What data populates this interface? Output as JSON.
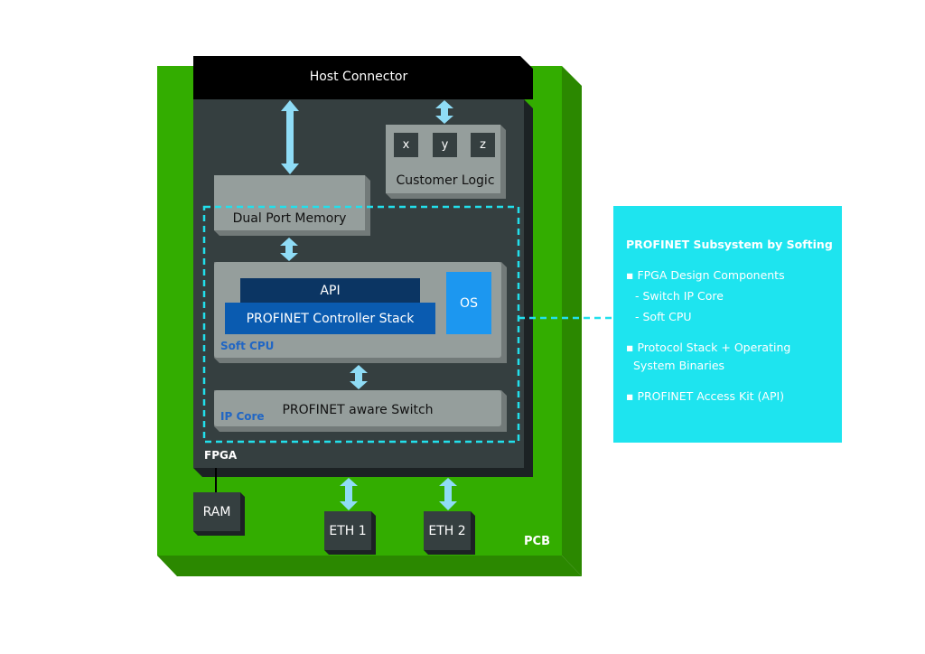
{
  "colors": {
    "pcb_front": "#33ad00",
    "pcb_side": "#2b8800",
    "fpga_body": "#353f40",
    "fpga_shadow": "#1c2224",
    "host_connector": "#000000",
    "block_gray": "#959e9c",
    "block_gray_shadow": "#727a79",
    "api_navy": "#0b3563",
    "stack_blue": "#0a5bb0",
    "os_blue": "#1c97f0",
    "arrow": "#8fdcf6",
    "dashed": "#22e0ec",
    "info_panel": "#1ee4ef",
    "label_blue": "#2166c4"
  },
  "pcb": {
    "label": "PCB"
  },
  "fpga": {
    "label": "FPGA"
  },
  "host_connector": {
    "label": "Host Connector"
  },
  "customer_logic": {
    "label": "Customer Logic",
    "slots": [
      "x",
      "y",
      "z"
    ]
  },
  "dual_port_memory": {
    "label": "Dual Port Memory"
  },
  "soft_cpu": {
    "label": "Soft CPU",
    "api": "API",
    "stack": "PROFINET Controller Stack",
    "os": "OS"
  },
  "ip_core": {
    "label": "IP Core",
    "switch": "PROFINET aware Switch"
  },
  "peripherals": {
    "ram": "RAM",
    "eth1": "ETH 1",
    "eth2": "ETH 2"
  },
  "info_panel": {
    "title": "PROFINET Subsystem by Softing",
    "lines": [
      "▪ FPGA Design Components",
      "- Switch IP Core",
      "- Soft CPU",
      "▪ Protocol Stack + Operating",
      "System Binaries",
      "▪ PROFINET Access Kit (API)"
    ]
  }
}
